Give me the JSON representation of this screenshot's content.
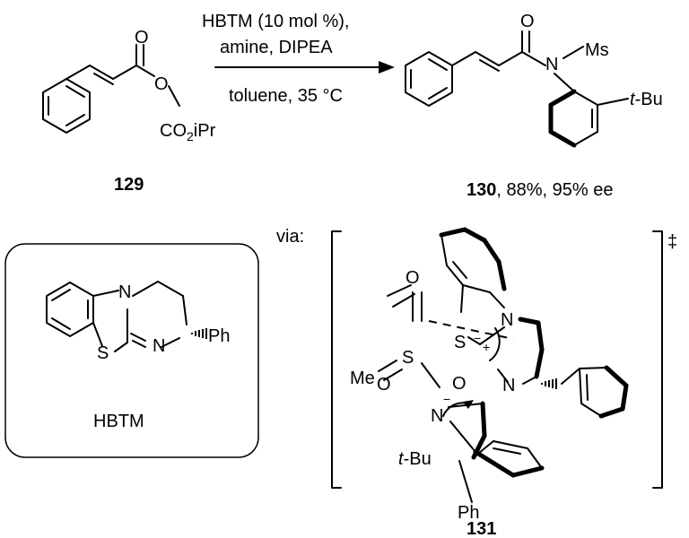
{
  "reaction": {
    "conditions_top_1": "HBTM (10 mol %),",
    "conditions_top_2": "amine, DIPEA",
    "conditions_bottom": "toluene, 35 °C"
  },
  "compound_129": {
    "number": "129",
    "atom_O1": "O",
    "atom_O2": "O",
    "group": "CO",
    "group_sub": "2",
    "group_tail": "iPr"
  },
  "compound_130": {
    "number": "130",
    "result": ", 88%, 95% ee",
    "atom_O": "O",
    "atom_N": "N",
    "group_Ms": "Ms",
    "tbu_t": "t",
    "tbu_rest": "-Bu"
  },
  "hbtm": {
    "name": "HBTM",
    "atom_N1": "N",
    "atom_N2": "N",
    "atom_S": "S",
    "group_Ph": "Ph"
  },
  "ts_131": {
    "via": "via:",
    "number": "131",
    "dagger": "‡",
    "atom_N_top": "N",
    "atom_S_ring": "S",
    "atom_N_acyl": "N",
    "atom_O_acyl": "O",
    "atom_O_sulfonyl_1": "O",
    "atom_O_sulfonyl_2": "O",
    "group_Me": "Me",
    "atom_S_sulfonyl": "S",
    "atom_N_amide": "N",
    "charge_minus_1": "−",
    "charge_minus_2": "−",
    "charge_plus": "+",
    "tbu_t": "t",
    "tbu_rest": "-Bu",
    "group_Ph": "Ph"
  }
}
